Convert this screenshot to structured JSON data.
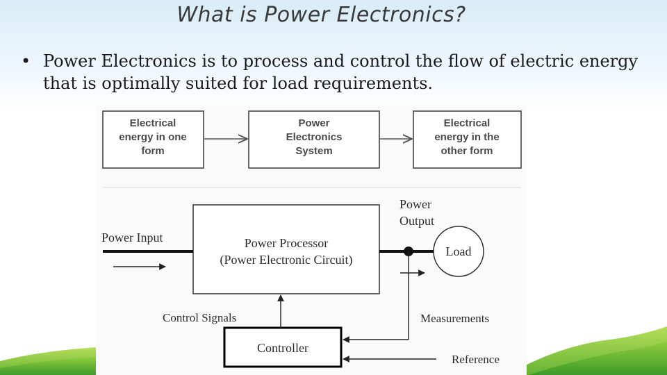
{
  "slide": {
    "title": "What is Power Electronics?",
    "bullet_symbol": "•",
    "bullet_text": "Power Electronics is to process and control the flow of electric energy that is optimally suited for load requirements."
  },
  "diagram": {
    "top_row": {
      "box_input": [
        "Electrical",
        "energy in one",
        "form"
      ],
      "box_system": [
        "Power",
        "Electronics",
        "System"
      ],
      "box_output": [
        "Electrical",
        "energy in the",
        "other form"
      ]
    },
    "block": {
      "power_input_label": "Power Input",
      "power_output_label_1": "Power",
      "power_output_label_2": "Output",
      "processor_line_1": "Power Processor",
      "processor_line_2": "(Power Electronic Circuit)",
      "load_label": "Load",
      "control_signals_label": "Control Signals",
      "measurements_label": "Measurements",
      "controller_label": "Controller",
      "reference_label": "Reference"
    }
  }
}
